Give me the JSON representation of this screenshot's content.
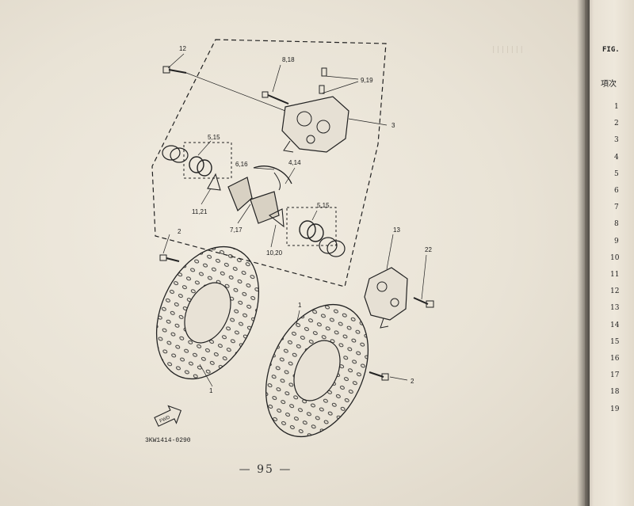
{
  "labels": {
    "p12": "12",
    "p8_18": "8,18",
    "p9_19": "9,19",
    "p3": "3",
    "p5_15a": "5,15",
    "p6_16": "6,16",
    "p4_14": "4,14",
    "p11_21": "11,21",
    "p7_17": "7,17",
    "p5_15b": "5,15",
    "p10_20": "10,20",
    "p2a": "2",
    "p13": "13",
    "p22": "22",
    "p1a": "1",
    "p1b": "1",
    "p2b": "2"
  },
  "fwd": "FWD",
  "drawing_code": "3KW1414-0290",
  "page_number": "— 95 —",
  "right_page": {
    "fig": "FIG.",
    "header": "項次",
    "rows": [
      "1",
      "2",
      "3",
      "4",
      "5",
      "6",
      "7",
      "8",
      "9",
      "10",
      "11",
      "12",
      "13",
      "14",
      "15",
      "16",
      "17",
      "18",
      "19"
    ]
  }
}
